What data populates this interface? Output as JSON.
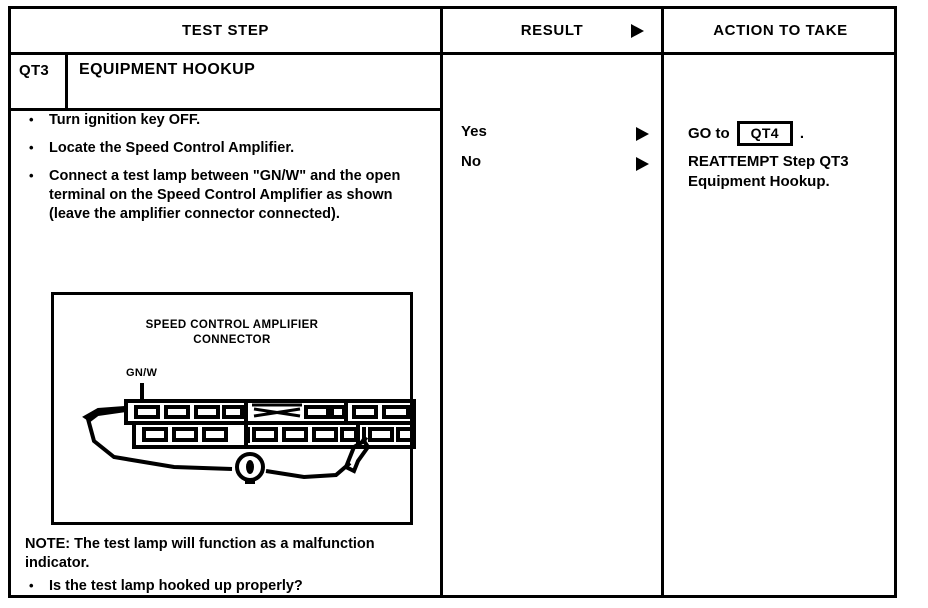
{
  "table": {
    "headers": {
      "test_step": "TEST STEP",
      "result": "RESULT",
      "action": "ACTION TO TAKE",
      "result_marker": "right-triangle-marker"
    },
    "step": {
      "id": "QT3",
      "title": "EQUIPMENT HOOKUP"
    },
    "test_step_bullets": [
      "Turn ignition key OFF.",
      "Locate the Speed Control Amplifier.",
      "Connect a test lamp between \"GN/W\" and the open terminal on the Speed Control Amplifier as shown (leave the amplifier connector connected)."
    ],
    "figure": {
      "title_line1": "SPEED CONTROL AMPLIFIER",
      "title_line2": "CONNECTOR",
      "wire_label": "GN/W"
    },
    "note": "NOTE: The test lamp will function as a malfunction indicator.",
    "question": "Is the test lamp hooked up properly?",
    "results": [
      {
        "label": "Yes"
      },
      {
        "label": "No"
      }
    ],
    "actions": {
      "yes_prefix": "GO to",
      "yes_target": "QT4",
      "yes_suffix": ".",
      "no_text": "REATTEMPT Step QT3 Equipment Hookup."
    }
  },
  "colors": {
    "ink": "#000000",
    "paper": "#ffffff"
  }
}
